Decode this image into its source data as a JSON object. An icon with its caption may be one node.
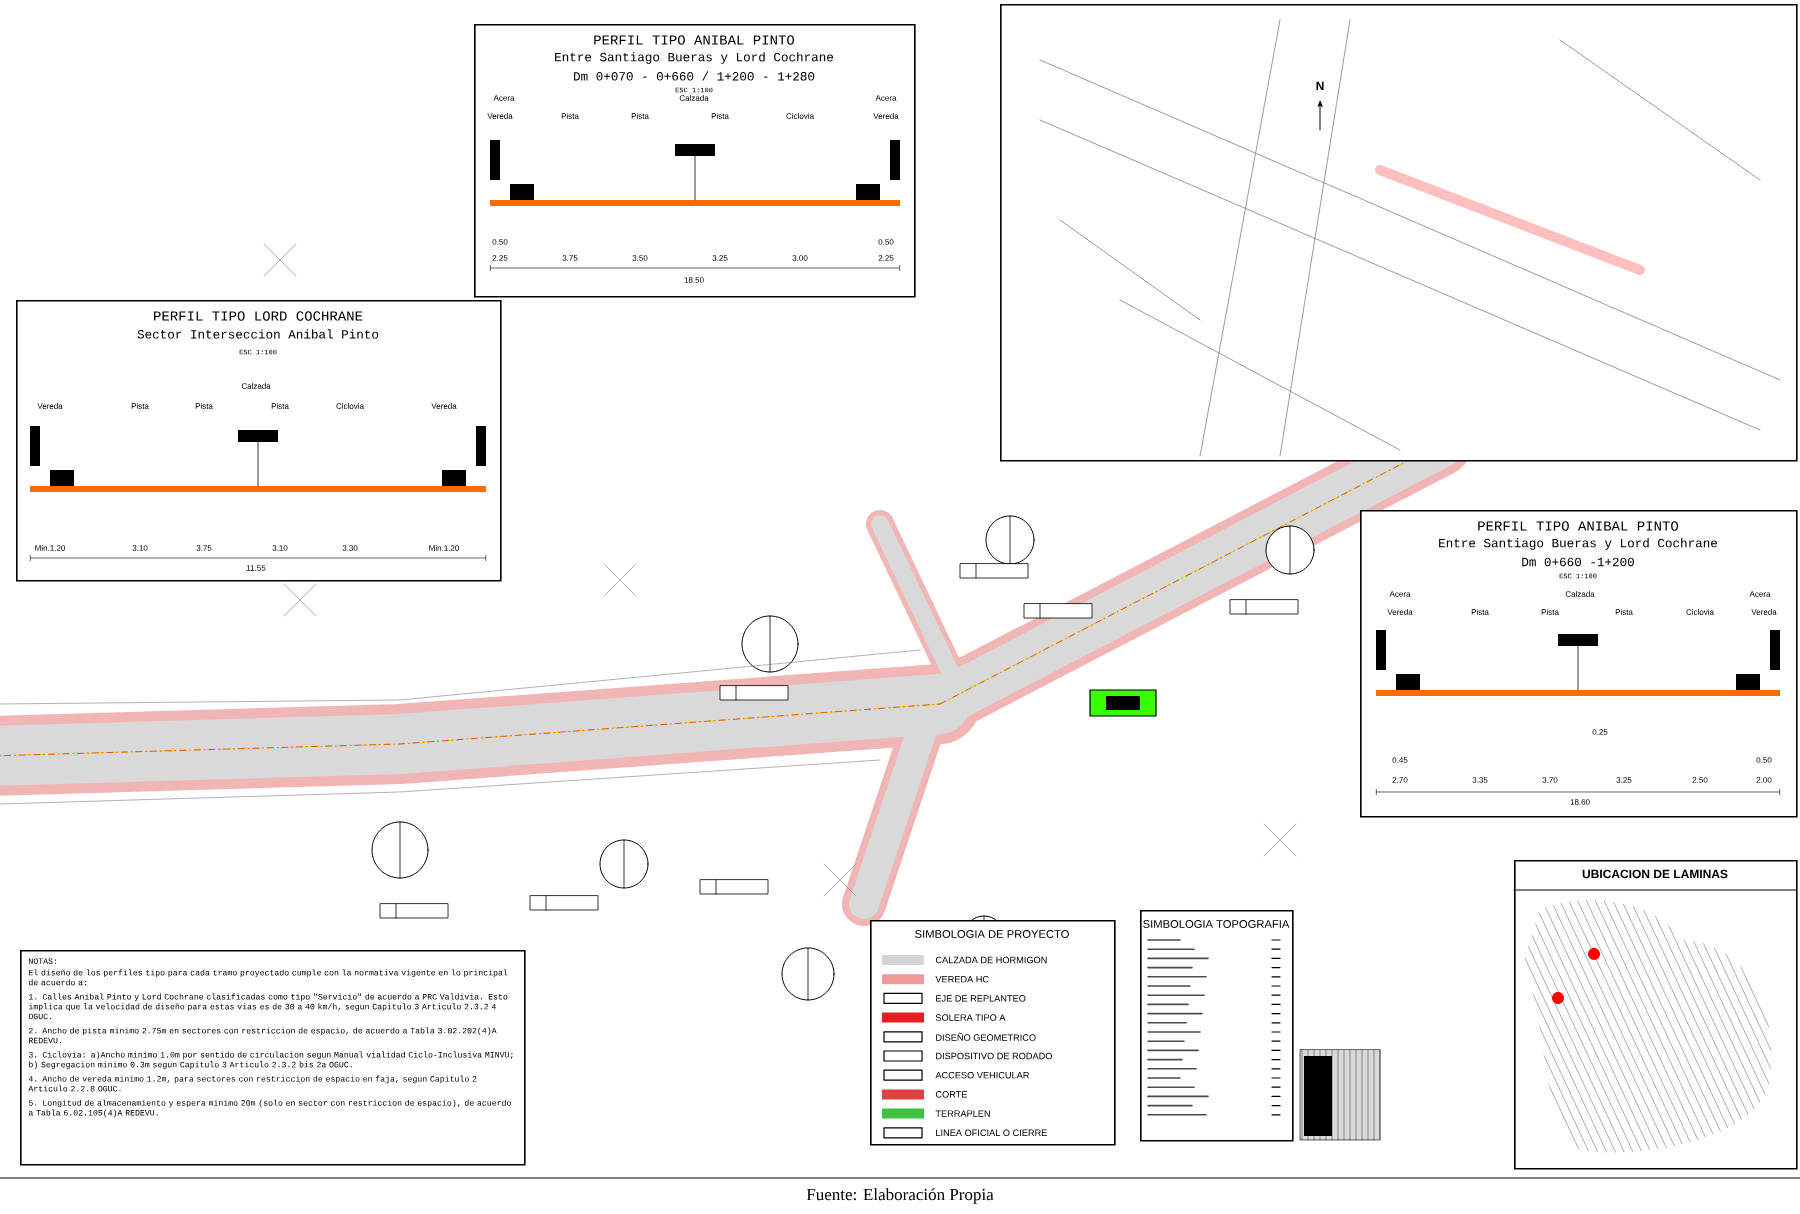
{
  "diagram": {
    "caption": "Fuente: Elaboración Propia",
    "nodes": [
      {
        "text": [
          "PERFIL TIPO ANIBAL PINTO",
          "Entre Santiago Bueras y Lord Cochrane",
          "Dm 0+070 - 0+660 / 1+200 - 1+280",
          "ESC 1:100"
        ]
      },
      {
        "text": [
          "PERFIL TIPO LORD COCHRANE",
          "Sector Interseccion Anibal Pinto",
          "ESC 1:100"
        ]
      },
      {
        "text": [],
        "shape": "box"
      },
      {
        "text": [
          "PERFIL TIPO ANIBAL PINTO",
          "Entre Santiago Bueras y Lord Cochrane",
          "Dm 0+660 -1+200",
          "ESC 1:100"
        ]
      },
      {
        "text": [
          "NOTAS:",
          "El diseño de los perfiles tipo para cada tramo proyectado cumple con la normativa vigente en lo principal de acuerdo a:",
          "1. Calles Anibal Pinto y Lord Cochrane clasificadas como tipo \"Servicio\" de acuerdo a PRC Valdivia. Esto implica que la velocidad de diseño para estas vias es de 30 a 40 km/h, segun Capitulo 3 Articulo 2.3.2 4 OGUC.",
          "2. Ancho de pista minimo 2.75m en sectores con restriccion de espacio, de acuerdo a Tabla 3.02.202(4)A REDEVU.",
          "3. Ciclovia: a)Ancho minimo 1.0m por sentido de circulacion segun Manual vialidad Ciclo-Inclusiva MINVU; b) Segregacion minimo 0.3m segun Capitulo 3 Articulo 2.3.2 bis 2a OGUC.",
          "4. Ancho de vereda minimo 1.2m, para sectores con restriccion de espacio en faja, segun Capitulo 2 Articulo 2.2.8 OGUC.",
          "5. Longitud de almacenamiento y espera minimo 20m (solo en sector con restriccion de espacio), de acuerdo a Tabla 6.02.105(4)A REDEVU."
        ]
      },
      {
        "text": [
          "SIMBOLOGIA DE PROYECTO"
        ]
      },
      {
        "text": [
          "SIMBOLOGIA TOPOGRAFIA"
        ]
      },
      {
        "text": [
          "UBICACION DE LAMINAS"
        ]
      }
    ],
    "labels": [
      "Acera",
      "Calzada",
      "Acera",
      "Vereda",
      "Pista",
      "Pista",
      "Pista",
      "Ciclovia",
      "Vereda",
      "0.50",
      "2.25",
      "3.75",
      "3.50",
      "3.25",
      "3.00",
      "0.50",
      "2.25",
      "18.50",
      "Calzada",
      "Vereda",
      "Pista",
      "Pista",
      "Pista",
      "Ciclovia",
      "Vereda",
      "Min.1.20",
      "3.10",
      "3.75",
      "3.10",
      "3.30",
      "Min.1.20",
      "11.55",
      "Acera",
      "Calzada",
      "Acera",
      "Vereda",
      "Pista",
      "Pista",
      "Pista",
      "Ciclovia",
      "Vereda",
      "0.45",
      "2.70",
      "3.35",
      "3.70",
      "3.25",
      "2.50",
      "0.50",
      "2.00",
      "18.60",
      "0.25",
      "N"
    ],
    "legend": [
      {
        "text": "CALZADA DE HORMIGON",
        "color": "#d4d4d4"
      },
      {
        "text": "VEREDA HC",
        "color": "#f09a9a"
      },
      {
        "text": "EJE DE REPLANTEO"
      },
      {
        "text": "SOLERA TIPO A",
        "color": "#e02020"
      },
      {
        "text": "DISEÑO GEOMETRICO"
      },
      {
        "text": "DISPOSITIVO DE RODADO"
      },
      {
        "text": "ACCESO VEHICULAR"
      },
      {
        "text": "CORTE",
        "color": "#e04040"
      },
      {
        "text": "TERRAPLEN",
        "color": "#40c040"
      },
      {
        "text": "LINEA OFICIAL O CIERRE"
      }
    ]
  }
}
